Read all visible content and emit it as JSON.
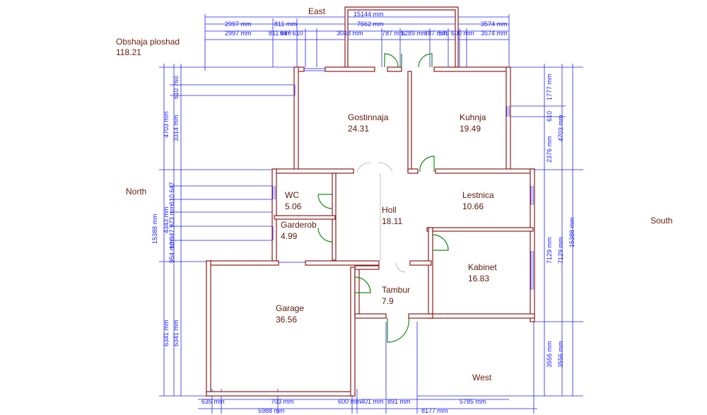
{
  "colors": {
    "wall_stroke": "#8b1a1a",
    "wall_fill": "#ffffff",
    "dimension": "#2222ee",
    "door": "#1a8c1a",
    "room_text": "#5a1a0a"
  },
  "total_area": {
    "label": "Obshaja ploshad",
    "value": "118.21"
  },
  "directions": {
    "top": "East",
    "left": "North",
    "right": "South",
    "bottom": "West"
  },
  "rooms": [
    {
      "name": "Gostinnaja",
      "area": "24.31"
    },
    {
      "name": "Kuhnja",
      "area": "19.49"
    },
    {
      "name": "WC",
      "area": "5.06"
    },
    {
      "name": "Lestnica",
      "area": "10.66"
    },
    {
      "name": "Garderob",
      "area": "4.99"
    },
    {
      "name": "Holl",
      "area": "18.11"
    },
    {
      "name": "Kabinet",
      "area": "16.83"
    },
    {
      "name": "Tambur",
      "area": "7.9"
    },
    {
      "name": "Garage",
      "area": "36.56"
    }
  ],
  "dimensions": {
    "top": [
      "15144 mm",
      "2997 mm",
      "811 mm",
      "7662 mm",
      "3574 mm",
      "2997 mm",
      "811 mm",
      "647 610",
      "3048 mm",
      "787 mm",
      "1289 mm",
      "787 mm",
      "545",
      "600 mm",
      "3574 mm"
    ],
    "left": [
      "4703 mm",
      "3314 mm",
      "610 760",
      "4343 mm",
      "15388 mm",
      "6341 mm",
      "6341 mm",
      "954 mm",
      "610 647",
      "923 mm",
      "10 947"
    ],
    "right": [
      "1777 mm",
      "610",
      "4703 mm",
      "2376 mm",
      "7129 mm",
      "7129 mm",
      "15388 mm",
      "3556 mm",
      "3556 mm"
    ],
    "bottom": [
      "635 mm",
      "5988 mm",
      "703 mm",
      "600 mm",
      "401 mm",
      "891 mm",
      "8177 mm",
      "5785 mm"
    ]
  }
}
